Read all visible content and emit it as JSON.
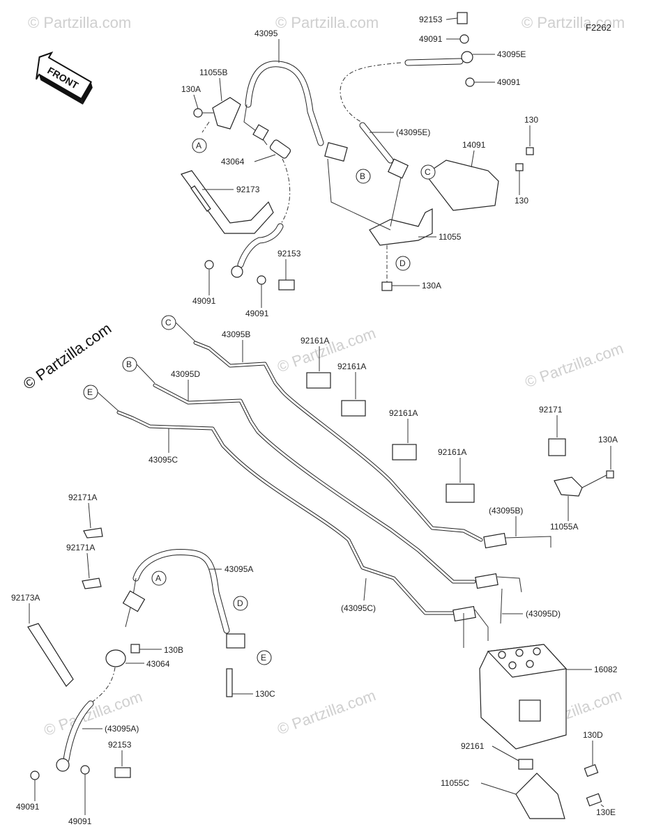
{
  "diagram": {
    "code": "F2262",
    "front_label": "FRONT",
    "watermark": "© Partzilla.com",
    "watermark_small": "© Partzilla.com"
  },
  "labels": {
    "p92153_top": "92153",
    "p49091_top": "49091",
    "p43095E": "43095E",
    "p49091_top2": "49091",
    "p43095": "43095",
    "p11055B": "11055B",
    "p130A_top": "130A",
    "p43064_top": "43064",
    "p92173": "92173",
    "p43095E_paren": "(43095E)",
    "p14091": "14091",
    "p130_a": "130",
    "p130_b": "130",
    "p11055": "11055",
    "p92153_mid": "92153",
    "p49091_l": "49091",
    "p49091_r": "49091",
    "p130A_mid": "130A",
    "p43095B": "43095B",
    "p43095D": "43095D",
    "p43095C": "43095C",
    "p92161A_1": "92161A",
    "p92161A_2": "92161A",
    "p92161A_3": "92161A",
    "p92161A_4": "92161A",
    "p92171": "92171",
    "p130A_right": "130A",
    "p11055A": "11055A",
    "p43095B_paren": "(43095B)",
    "p92171A_1": "92171A",
    "p92171A_2": "92171A",
    "p43095A": "43095A",
    "p43095C_paren": "(43095C)",
    "p43095D_paren": "(43095D)",
    "p92173A": "92173A",
    "p130B": "130B",
    "p43064_bot": "43064",
    "p130C": "130C",
    "p16082": "16082",
    "p43095A_paren": "(43095A)",
    "p92153_bot": "92153",
    "p92161": "92161",
    "p130D": "130D",
    "p11055C": "11055C",
    "p49091_bl": "49091",
    "p49091_bm": "49091",
    "p130E": "130E"
  },
  "callouts": {
    "A_top": "A",
    "B_top": "B",
    "C_top": "C",
    "D_top": "D",
    "C_mid": "C",
    "B_mid": "B",
    "E_mid": "E",
    "A_bot": "A",
    "D_bot": "D",
    "E_bot": "E"
  }
}
